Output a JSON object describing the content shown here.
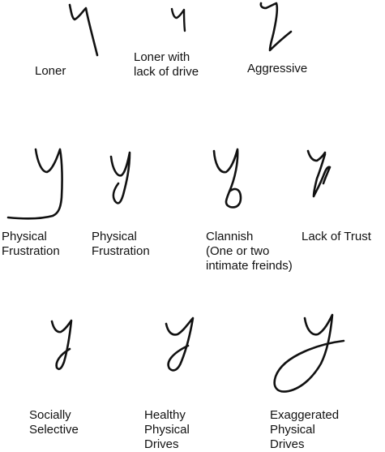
{
  "labels": {
    "loner": "Loner",
    "loner_lack_drive": "Loner with\nlack of drive",
    "aggressive": "Aggressive",
    "physical_frustration_1": "Physical\nFrustration",
    "physical_frustration_2": "Physical\nFrustration",
    "clannish": "Clannish\n(One or two\n intimate freinds)",
    "lack_of_trust": "Lack of Trust",
    "socially_selective": "Socially\nSelective",
    "healthy_physical_drives": "Healthy\nPhysical\nDrives",
    "exaggerated_physical_drives": "Exaggerated\nPhysical\nDrives"
  }
}
